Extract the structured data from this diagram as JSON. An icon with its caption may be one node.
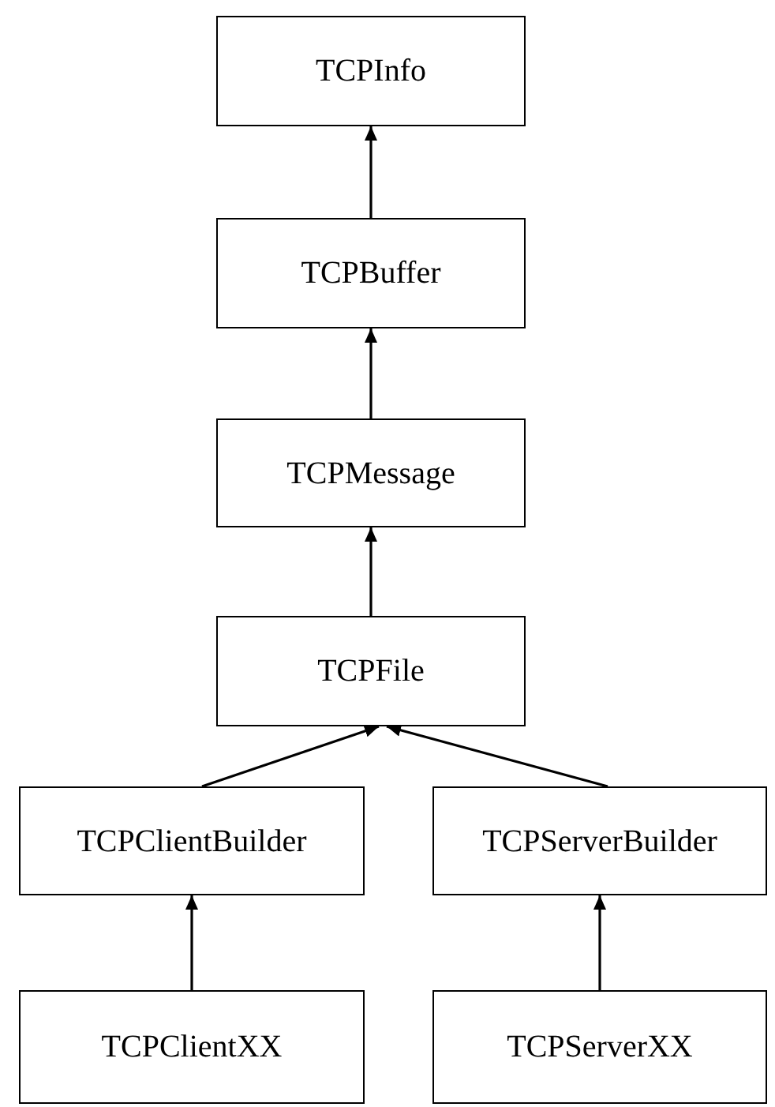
{
  "diagram": {
    "nodes": [
      {
        "text": [
          "TCPInfo"
        ]
      },
      {
        "text": [
          "TCPBuffer"
        ]
      },
      {
        "text": [
          "TCPMessage"
        ]
      },
      {
        "text": [
          "TCPFile"
        ]
      },
      {
        "text": [
          "TCPClientBuilder"
        ]
      },
      {
        "text": [
          "TCPServerBuilder"
        ]
      },
      {
        "text": [
          "TCPClientXX"
        ]
      },
      {
        "text": [
          "TCPServerXX"
        ]
      }
    ],
    "edges": [
      {
        "from": 1,
        "to": 0,
        "arrow": "to"
      },
      {
        "from": 2,
        "to": 1,
        "arrow": "to"
      },
      {
        "from": 3,
        "to": 2,
        "arrow": "to"
      },
      {
        "from": 4,
        "to": 3,
        "arrow": "to"
      },
      {
        "from": 5,
        "to": 3,
        "arrow": "to"
      },
      {
        "from": 6,
        "to": 4,
        "arrow": "to"
      },
      {
        "from": 7,
        "to": 5,
        "arrow": "to"
      }
    ]
  }
}
